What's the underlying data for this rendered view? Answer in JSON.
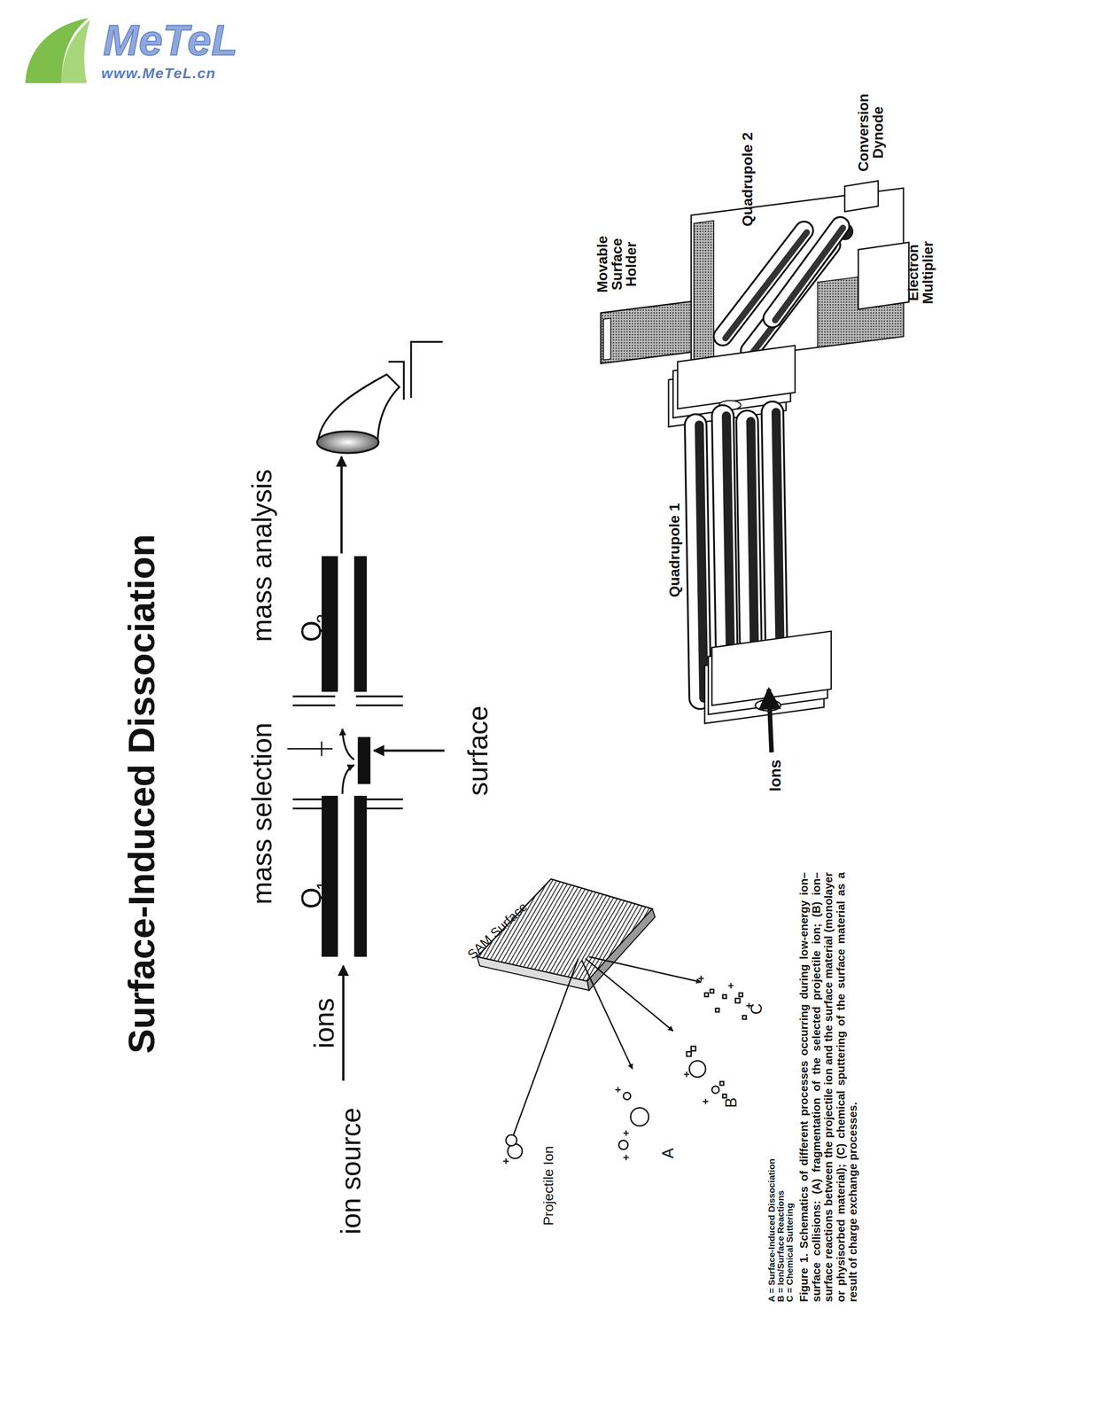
{
  "diagram": {
    "title": "Surface-Induced Dissociation",
    "caption": "Figure 1. Schematics of different processes occurring during low-energy ion–surface collisions: (A) fragmentation of the selected projectile ion; (B) ion–surface reactions between the projectile ion and the surface material (monolayer or physisorbed material); (C) chemical sputtering of the surface material as a result of charge exchange processes.",
    "labels": [
      "MeTeL",
      "www.MeTeL.cn",
      "ion source",
      "ions",
      "Q",
      "1",
      "mass selection",
      "surface",
      "Q",
      "2",
      "mass analysis",
      "SAM Surface",
      "Projectile Ion",
      "A",
      "B",
      "C",
      "A = Surface-Induced Dissociation",
      "B = Ion/Surface Reactions",
      "C = Chemical Suttering",
      "Quadrupole 1",
      "Ions",
      "Movable Surface Holder",
      "Quadrupole 2",
      "Electron Multiplier",
      "Conversion Dynode"
    ]
  }
}
